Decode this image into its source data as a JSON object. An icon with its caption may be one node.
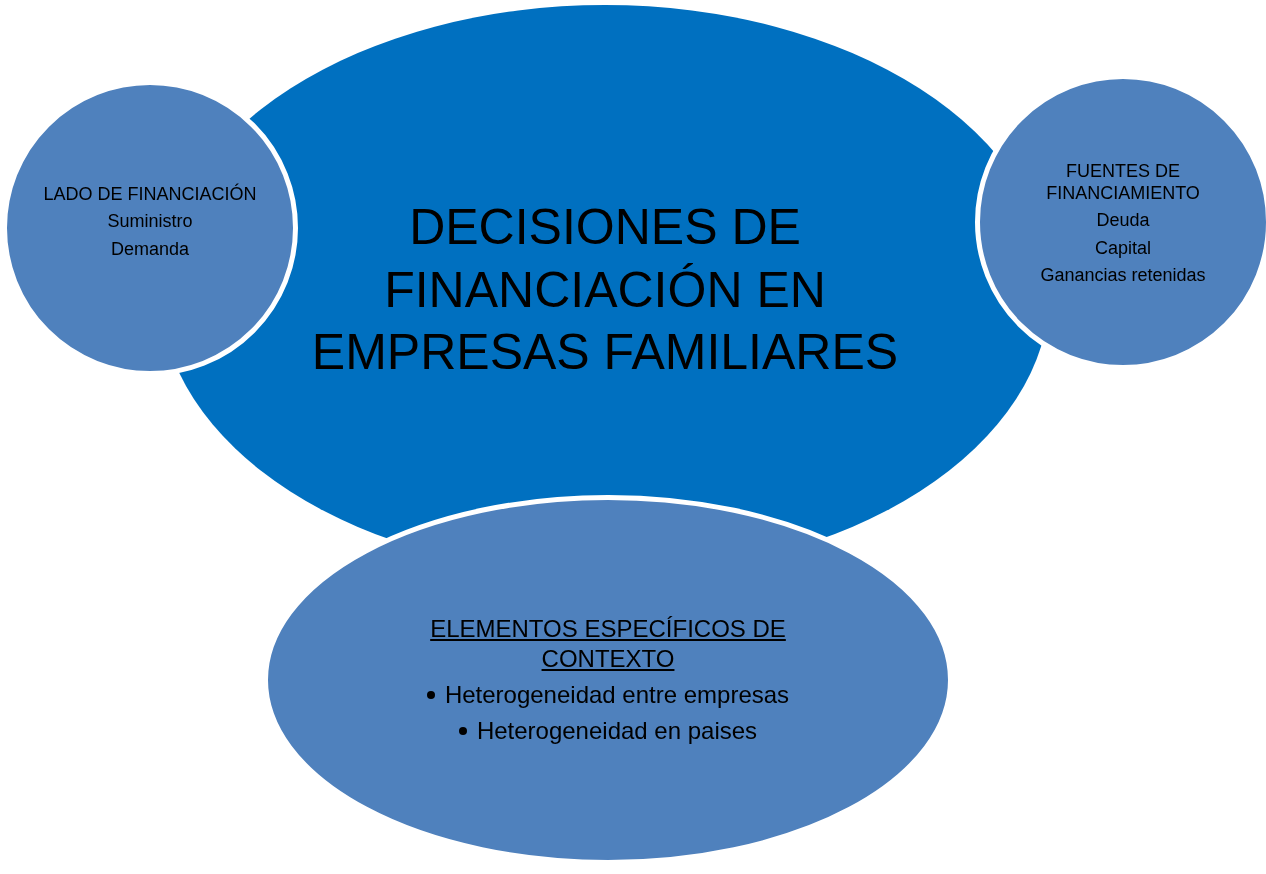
{
  "diagram": {
    "nodes": [
      {
        "text": [
          "DECISIONES DE FINANCIACIÓN EN EMPRESAS FAMILIARES"
        ]
      },
      {
        "text": [
          "LADO DE FINANCIACIÓN",
          "Suministro",
          "Demanda"
        ]
      },
      {
        "text": [
          "FUENTES DE FINANCIAMIENTO",
          "Deuda",
          "Capital",
          "Ganancias retenidas"
        ]
      },
      {
        "text": [
          "ELEMENTOS ESPECÍFICOS DE CONTEXTO",
          "Heterogeneidad entre empresas",
          "Heterogeneidad en paises"
        ]
      }
    ]
  }
}
